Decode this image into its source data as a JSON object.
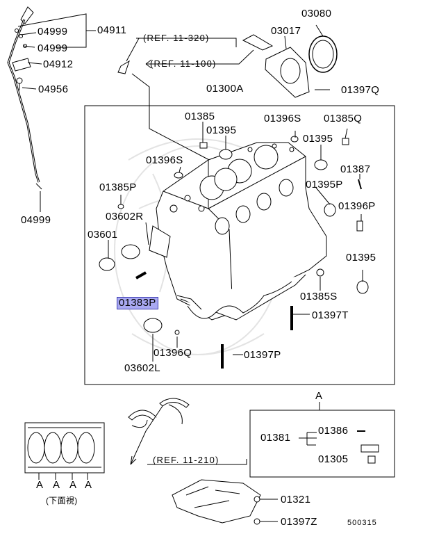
{
  "labels": {
    "p04911": "04911",
    "p04999_a": "04999",
    "p04999_b": "04999",
    "p04912": "04912",
    "p04956": "04956",
    "p04999_c": "04999",
    "p03080": "03080",
    "p03017": "03017",
    "p01397q": "01397Q",
    "p01300a": "01300A",
    "p01385": "01385",
    "p01395_a": "01395",
    "p01396s_a": "01396S",
    "p01385q": "01385Q",
    "p01395_b": "01395",
    "p01396s_b": "01396S",
    "p01387": "01387",
    "p01385p": "01385P",
    "p01395p": "01395P",
    "p01396p": "01396P",
    "p03602r": "03602R",
    "p03601": "03601",
    "p01395_c": "01395",
    "p01383p": "01383P",
    "p01385s": "01385S",
    "p01397t": "01397T",
    "p01396q": "01396Q",
    "p01397p": "01397P",
    "p03602l": "03602L",
    "ref_320": "(REF. 11-320)",
    "ref_100": "(REF. 11-100)",
    "ref_210": "(REF. 11-210)",
    "detail_a": "A",
    "p01386": "01386",
    "p01381": "01381",
    "p01305": "01305",
    "p01321": "01321",
    "p01397z": "01397Z",
    "bottom_a1": "A",
    "bottom_a2": "A",
    "bottom_a3": "A",
    "bottom_a4": "A",
    "bottom_view": "(下面視)",
    "fig_no": "500315"
  },
  "highlighted_part": "01383P",
  "colors": {
    "line": "#000000",
    "highlight": "#a9a9f2",
    "watermark": "#e6e6e6"
  }
}
